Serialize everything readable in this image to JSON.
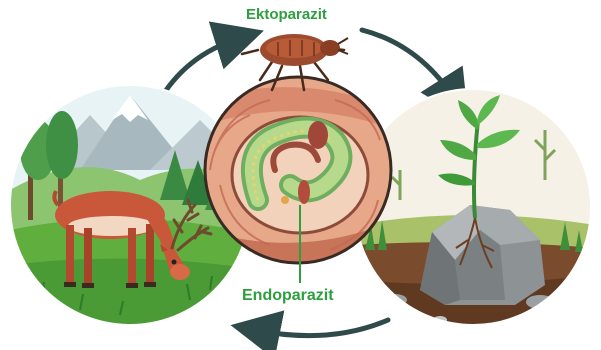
{
  "labels": {
    "top": "Ektoparazit",
    "bottom": "Endoparazit"
  },
  "colors": {
    "label_green": "#2e9e3f",
    "arrow": "#2f4a4a"
  },
  "scenes": [
    {
      "id": "deer-meadow",
      "icon": "deer-in-forest-meadow"
    },
    {
      "id": "parasite-body",
      "icon": "tick-on-tissue-with-worm"
    },
    {
      "id": "plant-rock",
      "icon": "sapling-growing-from-rock"
    }
  ]
}
